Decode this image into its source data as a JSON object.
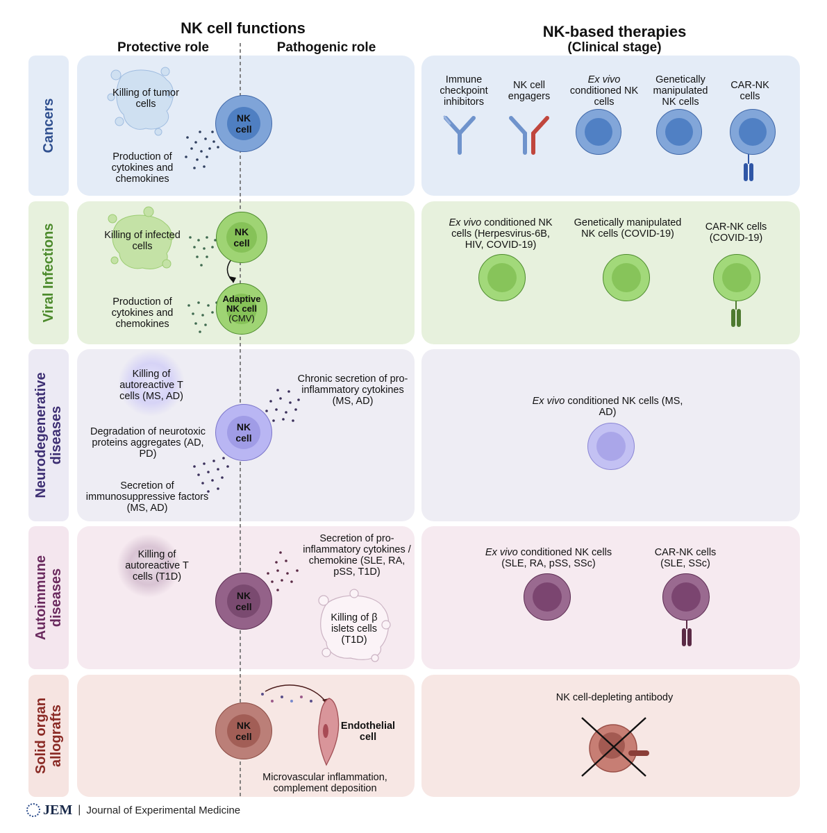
{
  "headers": {
    "nk_functions": "NK cell functions",
    "protective": "Protective role",
    "pathogenic": "Pathogenic role",
    "therapies": "NK-based therapies",
    "clinical_stage": "(Clinical stage)"
  },
  "rows": {
    "cancers": "Cancers",
    "viral": "Viral Infections",
    "neuro": "Neurodegenerative diseases",
    "autoimmune": "Autoimmune diseases",
    "allografts": "Solid organ allografts"
  },
  "cancers": {
    "killing": "Killing of tumor cells",
    "production": "Production of cytokines and chemokines",
    "nk_cell": "NK cell",
    "therapies": {
      "checkpoint": "Immune checkpoint inhibitors",
      "engagers": "NK cell engagers",
      "exvivo_em": "Ex vivo",
      "exvivo_rest": "conditioned NK cells",
      "genetic": "Genetically manipulated NK cells",
      "carnk": "CAR-NK cells"
    }
  },
  "viral": {
    "killing": "Killing of infected cells",
    "production": "Production of cytokines and chemokines",
    "nk_cell": "NK cell",
    "adaptive": "Adaptive NK cell",
    "cmv": "(CMV)",
    "therapies": {
      "exvivo_em": "Ex vivo",
      "exvivo_rest": "conditioned NK cells (Herpesvirus-6B, HIV, COVID-19)",
      "genetic": "Genetically manipulated NK cells (COVID-19)",
      "carnk": "CAR-NK cells (COVID-19)"
    }
  },
  "neuro": {
    "killing": "Killing of autoreactive T cells (MS, AD)",
    "degradation": "Degradation of neurotoxic proteins aggregates (AD, PD)",
    "secretion": "Secretion of immunosuppressive factors (MS, AD)",
    "chronic": "Chronic secretion of pro-inflammatory cytokines (MS, AD)",
    "nk_cell": "NK cell",
    "therapies": {
      "exvivo_em": "Ex vivo",
      "exvivo_rest": "conditioned NK cells (MS, AD)"
    }
  },
  "autoimmune": {
    "killing": "Killing of autoreactive T cells (T1D)",
    "secretion": "Secretion of pro-inflammatory cytokines / chemokine (SLE, RA, pSS, T1D)",
    "beta": "Killing of β islets cells (T1D)",
    "nk_cell": "NK cell",
    "therapies": {
      "exvivo_em": "Ex vivo",
      "exvivo_rest": "conditioned NK cells (SLE, RA, pSS, SSc)",
      "carnk": "CAR-NK cells (SLE, SSc)"
    }
  },
  "allografts": {
    "nk_cell": "NK cell",
    "endothelial": "Endothelial cell",
    "microvascular": "Microvascular inflammation, complement deposition",
    "therapies": {
      "depleting": "NK cell-depleting antibody"
    }
  },
  "footer": {
    "logo": "JEM",
    "journal": "Journal of Experimental Medicine"
  },
  "colors": {
    "blue": "#4f7fc2",
    "green": "#8fcc5c",
    "purple": "#a7a3ee",
    "plum": "#7a4a70",
    "brown": "#a0605a"
  }
}
